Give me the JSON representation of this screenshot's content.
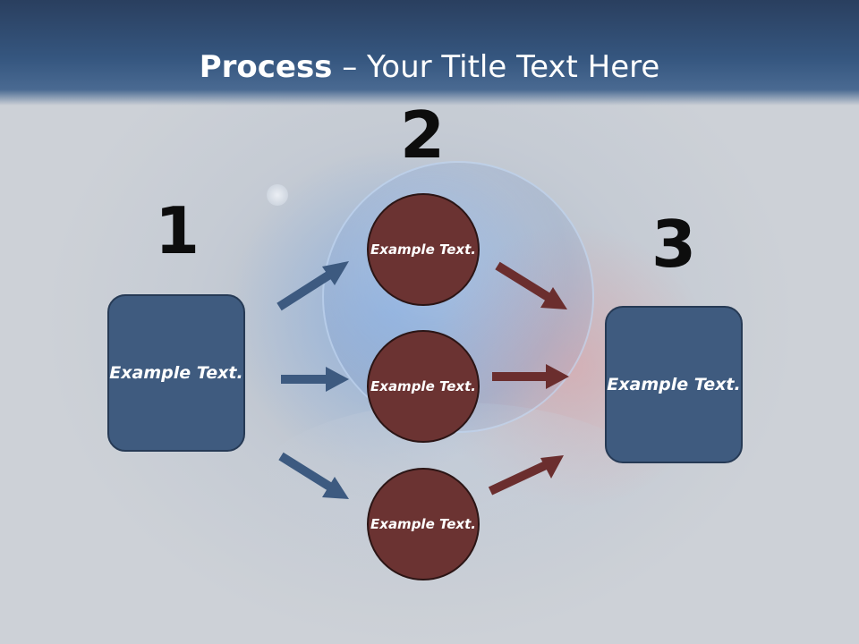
{
  "title": {
    "bold": "Process",
    "rest": " – Your Title Text Here"
  },
  "steps": {
    "one": {
      "number": "1",
      "label": "Example Text."
    },
    "two": {
      "number": "2",
      "items": [
        {
          "label": "Example Text."
        },
        {
          "label": "Example Text."
        },
        {
          "label": "Example Text."
        }
      ]
    },
    "three": {
      "number": "3",
      "label": "Example Text."
    }
  },
  "colors": {
    "box_fill": "#3f5b7f",
    "circle_fill": "#6b3332",
    "arrow_blue": "#3d5a80",
    "arrow_red": "#6b2e2e",
    "header": "#35567f"
  }
}
